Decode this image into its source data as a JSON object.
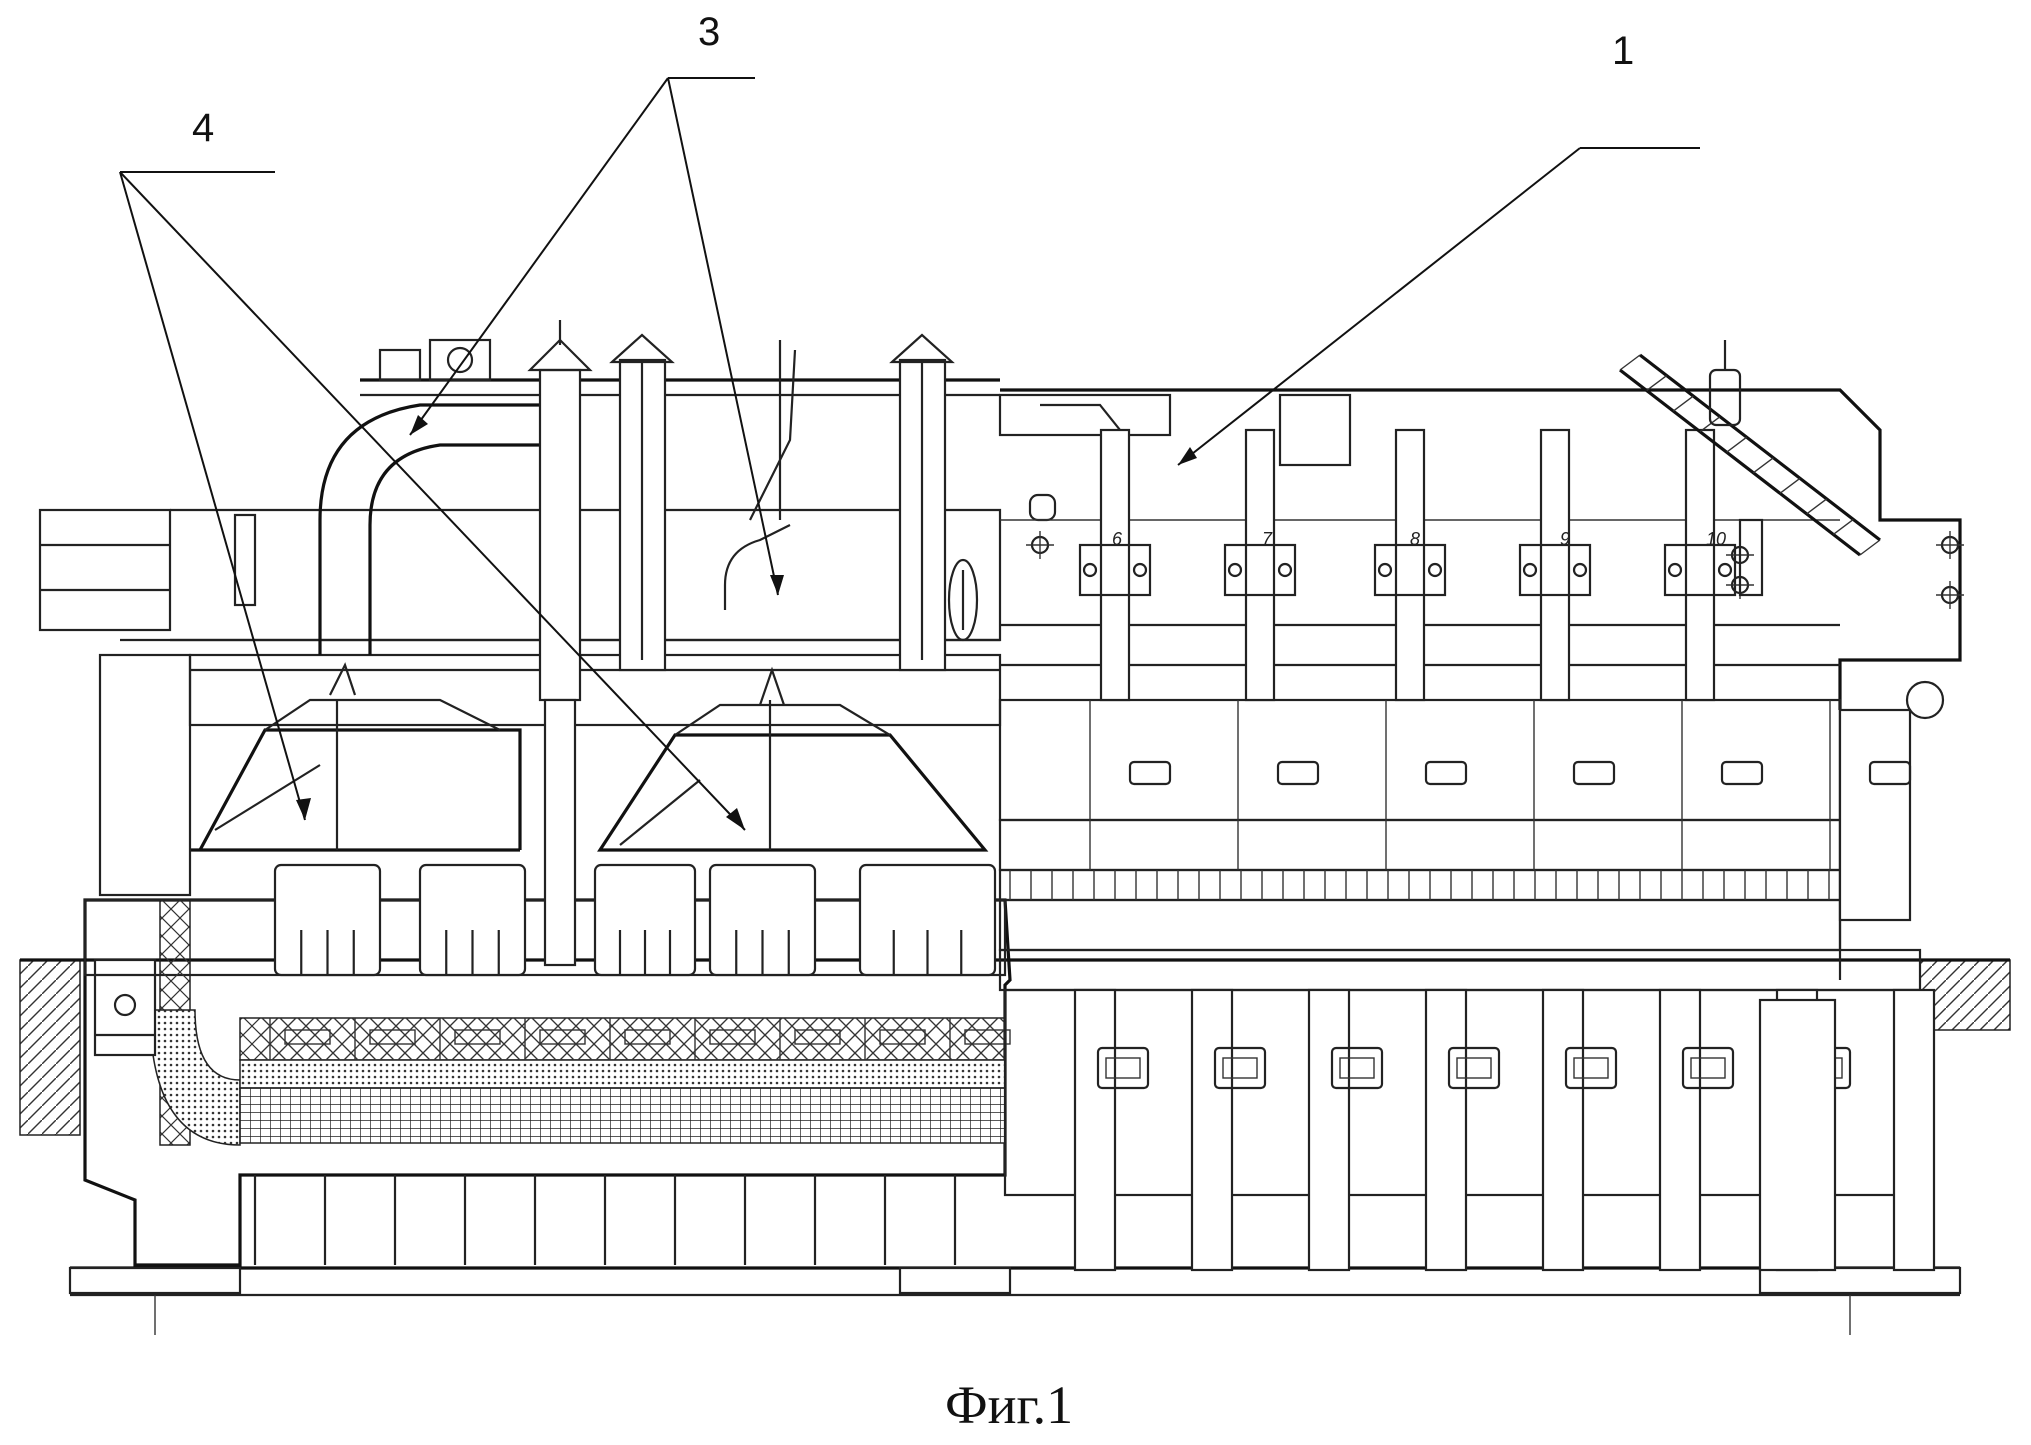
{
  "labels": {
    "l1": "1",
    "l3": "3",
    "l4": "4"
  },
  "caption": "Фиг.1",
  "small_numbers": [
    "6",
    "7",
    "8",
    "9",
    "10"
  ]
}
